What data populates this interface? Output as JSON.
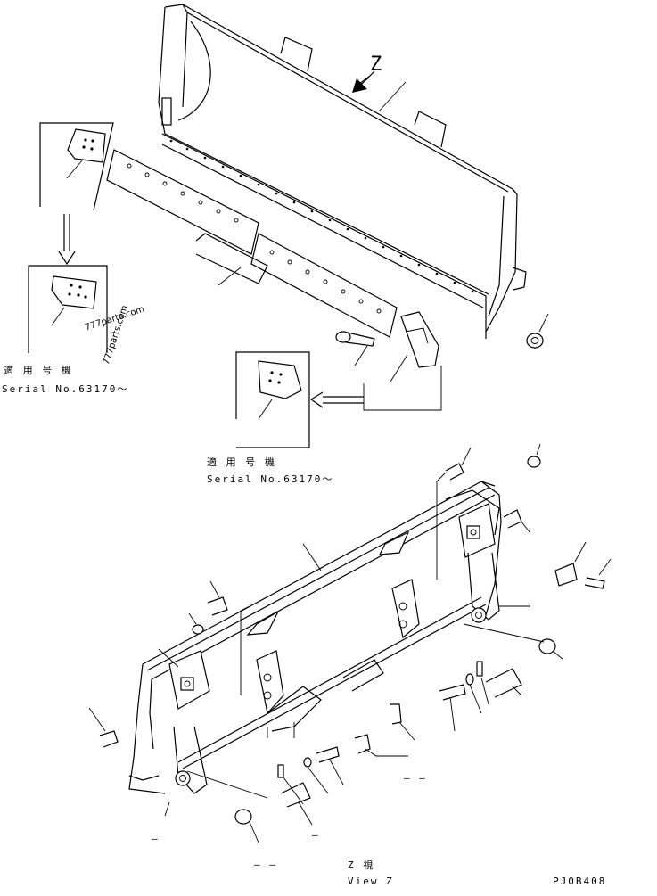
{
  "view_marker": "Z",
  "upper": {
    "applicable_left_jp": "適 用 号 機",
    "serial_left": "Serial No.63170～",
    "applicable_right_jp": "適 用 号 機",
    "serial_right": "Serial No.63170～"
  },
  "watermark": {
    "text_a": "777parts.com",
    "text_b": "777parts.com"
  },
  "lower": {
    "view_jp": "Z  視",
    "view_en": "View Z",
    "dash_marks": [
      "–",
      "–",
      "– –",
      "– –"
    ]
  },
  "footer": {
    "code": "PJ0B408"
  }
}
